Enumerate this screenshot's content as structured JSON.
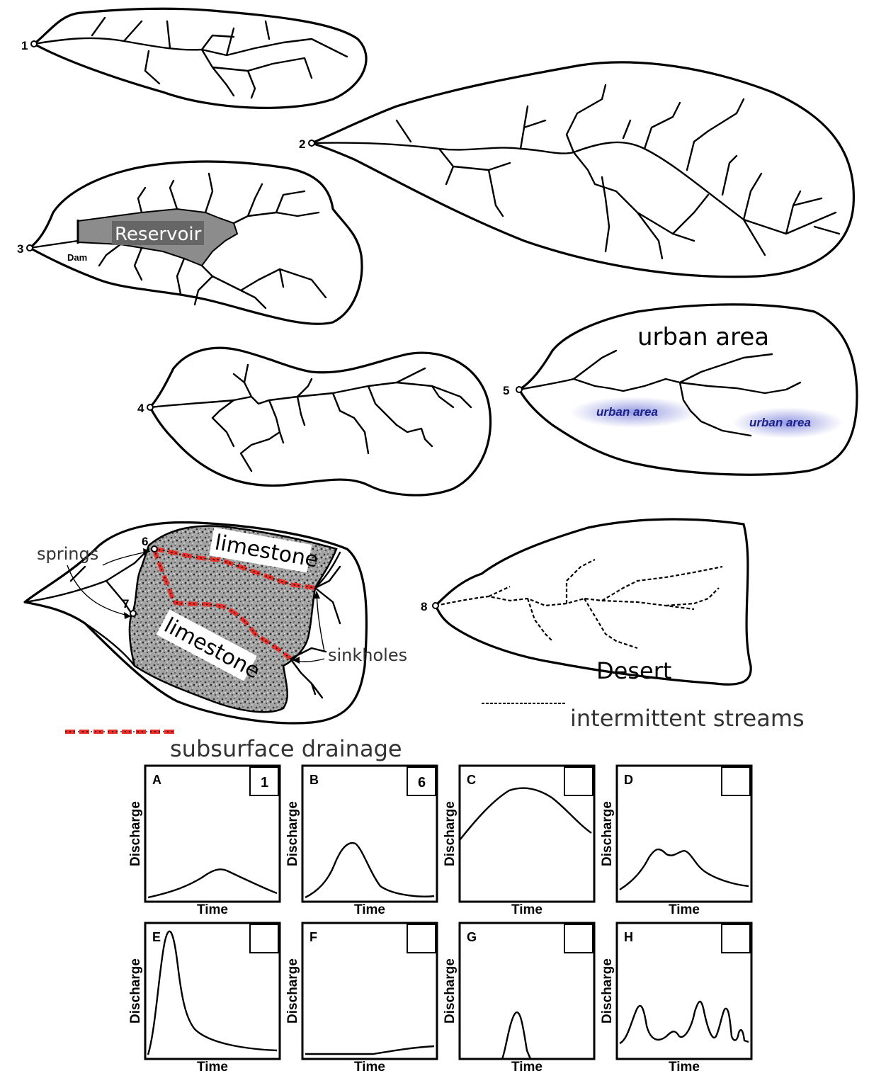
{
  "basins": [
    {
      "number": "1"
    },
    {
      "number": "2"
    },
    {
      "number": "3",
      "feature_label": "Reservoir",
      "dam_label": "Dam"
    },
    {
      "number": "4"
    },
    {
      "number": "5",
      "feature_label": "urban area",
      "sub_labels": [
        "urban area",
        "urban area"
      ]
    },
    {
      "number": "6"
    },
    {
      "number": "7"
    },
    {
      "number": "8",
      "feature_label": "Desert"
    }
  ],
  "karst": {
    "limestone_labels": [
      "limestone",
      "limestone"
    ],
    "springs_label": "springs",
    "sinkholes_label": "sinkholes"
  },
  "legend": {
    "intermittent_label": "intermittent streams",
    "subsurface_label": "subsurface drainage"
  },
  "hydrographs": {
    "xlabel": "Time",
    "ylabel": "Discharge",
    "panels": [
      {
        "letter": "A",
        "answer": "1"
      },
      {
        "letter": "B",
        "answer": "6"
      },
      {
        "letter": "C",
        "answer": ""
      },
      {
        "letter": "D",
        "answer": ""
      },
      {
        "letter": "E",
        "answer": ""
      },
      {
        "letter": "F",
        "answer": ""
      },
      {
        "letter": "G",
        "answer": ""
      },
      {
        "letter": "H",
        "answer": ""
      }
    ]
  },
  "colors": {
    "subsurface": "#e8302a",
    "urban_highlight": "#3b46c8",
    "reservoir": "#8c8c8c",
    "reservoir_label_bg": "#666666",
    "limestone": "#9a9a9a"
  }
}
